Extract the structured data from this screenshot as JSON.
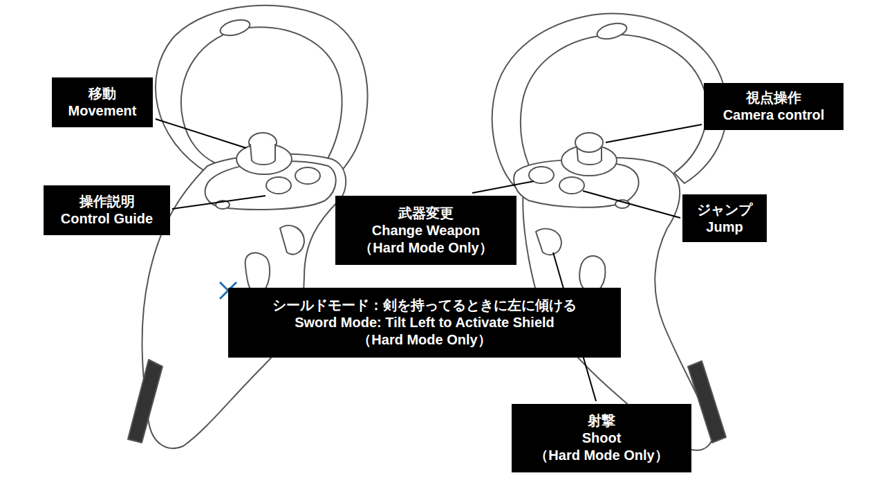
{
  "diagram": {
    "nodes": [
      {
        "text": [
          "移動",
          "Movement"
        ]
      },
      {
        "text": [
          "視点操作",
          "Camera control"
        ]
      },
      {
        "text": [
          "操作説明",
          "Control Guide"
        ]
      },
      {
        "text": [
          "武器変更",
          "Change Weapon",
          "（Hard Mode Only）"
        ]
      },
      {
        "text": [
          "ジャンプ",
          "Jump"
        ]
      },
      {
        "text": [
          "シールドモード：剣を持ってるときに左に傾ける",
          "Sword Mode: Tilt Left to Activate Shield",
          "（Hard Mode Only）"
        ]
      },
      {
        "text": [
          "射撃",
          "Shoot",
          "（Hard Mode Only）"
        ]
      }
    ]
  }
}
